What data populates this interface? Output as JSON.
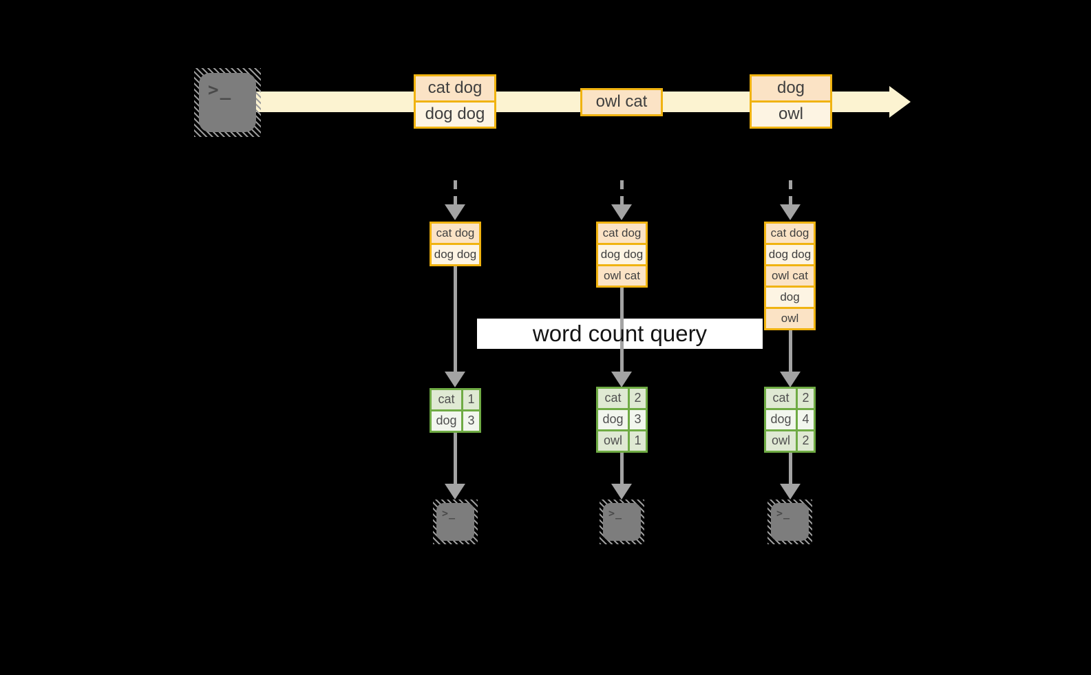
{
  "stream": {
    "source_prompt": ">_",
    "batches": [
      {
        "rows": [
          "cat dog",
          "dog dog"
        ]
      },
      {
        "rows": [
          "owl cat"
        ]
      },
      {
        "rows": [
          "dog",
          "owl"
        ]
      }
    ]
  },
  "stacks": [
    {
      "rows": [
        "cat dog",
        "dog dog"
      ]
    },
    {
      "rows": [
        "cat dog",
        "dog dog",
        "owl cat"
      ]
    },
    {
      "rows": [
        "cat dog",
        "dog dog",
        "owl cat",
        "dog",
        "owl"
      ]
    }
  ],
  "query": {
    "label": "word count query"
  },
  "results": [
    {
      "rows": [
        {
          "word": "cat",
          "count": "1"
        },
        {
          "word": "dog",
          "count": "3"
        }
      ]
    },
    {
      "rows": [
        {
          "word": "cat",
          "count": "2"
        },
        {
          "word": "dog",
          "count": "3"
        },
        {
          "word": "owl",
          "count": "1"
        }
      ]
    },
    {
      "rows": [
        {
          "word": "cat",
          "count": "2"
        },
        {
          "word": "dog",
          "count": "4"
        },
        {
          "word": "owl",
          "count": "2"
        }
      ]
    }
  ],
  "sinks": [
    {
      "prompt": ">_"
    },
    {
      "prompt": ">_"
    },
    {
      "prompt": ">_"
    }
  ],
  "colors": {
    "background": "#000000",
    "stream_arrow": "#fcf3d1",
    "box_border": "#f0b310",
    "box_fill_dark": "#fbe3c5",
    "box_fill_light": "#fdf4e3",
    "table_border": "#6fab44",
    "table_fill_dark": "#dfe9d3",
    "table_fill_light": "#f2f6ee",
    "connector_gray": "#a3a3a3",
    "terminal_gray": "#7d7d7d",
    "query_bg": "#ffffff",
    "text_dark": "#3f3f3f"
  }
}
